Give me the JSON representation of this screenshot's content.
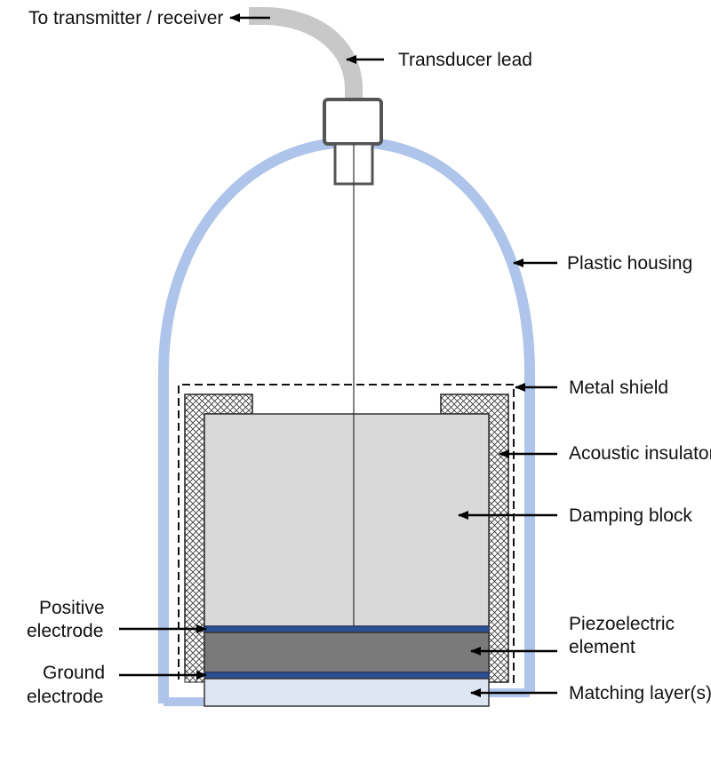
{
  "labels": {
    "to_transmitter": "To transmitter / receiver",
    "transducer_lead": "Transducer lead",
    "plastic_housing": "Plastic housing",
    "metal_shield": "Metal shield",
    "acoustic_insulator": "Acoustic insulator",
    "damping_block": "Damping block",
    "positive_electrode_line1": "Positive",
    "positive_electrode_line2": "electrode",
    "piezoelectric_line1": "Piezoelectric",
    "piezoelectric_line2": "element",
    "ground_electrode_line1": "Ground",
    "ground_electrode_line2": "electrode",
    "matching_layers": "Matching layer(s)"
  },
  "colors": {
    "housing": "#aec4ea",
    "cable": "#c8c8c8",
    "connector": "#555555",
    "damping_block": "#d9d9d9",
    "piezo_element": "#7a7a7a",
    "electrode": "#2b4f94",
    "matching_layer": "#dde4f2",
    "insulator_hatch": "#333333",
    "arrow": "#000000"
  },
  "icons": {
    "arrow": "left-pointing-arrow"
  }
}
